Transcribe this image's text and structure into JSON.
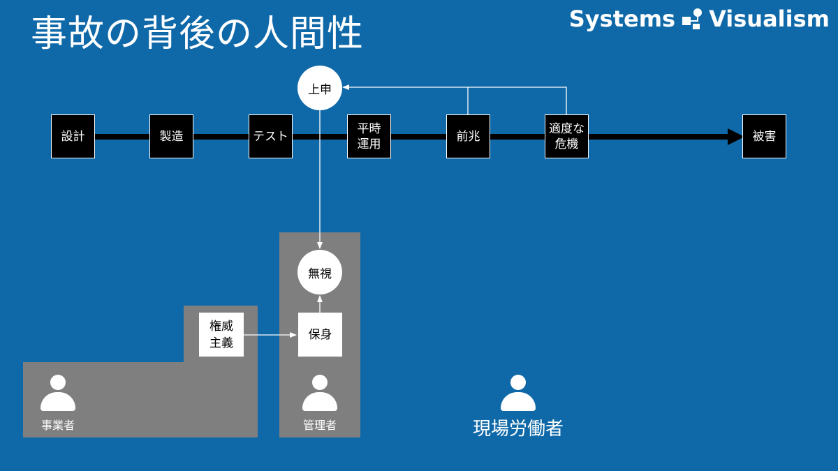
{
  "title": "事故の背後の人間性",
  "brand": {
    "left": "Systems",
    "right": "Visualism",
    "icon": "systems-visualism-logo-icon"
  },
  "colors": {
    "background": "#0f69a8",
    "panel": "#7f7f7f",
    "node": "#000000",
    "arrow": "#ffffff"
  },
  "timeline": [
    {
      "label": "設計"
    },
    {
      "label": "製造"
    },
    {
      "label": "テスト"
    },
    {
      "label": "平時\n運用"
    },
    {
      "label": "前兆"
    },
    {
      "label": "適度な\n危機"
    },
    {
      "label": "被害"
    }
  ],
  "nodes": {
    "report": "上申",
    "ignore": "無視",
    "self_protect": "保身",
    "authoritarian": "権威\n主義"
  },
  "actors": {
    "business_owner": {
      "label": "事業者",
      "icon": "person-icon"
    },
    "manager": {
      "label": "管理者",
      "icon": "person-icon"
    },
    "field_worker": {
      "label": "現場労働者",
      "icon": "person-icon"
    }
  }
}
